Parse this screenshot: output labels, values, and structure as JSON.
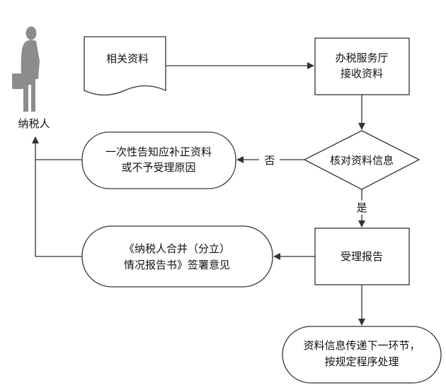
{
  "diagram": {
    "actor": {
      "label": "纳税人",
      "icon": "businessman-silhouette-icon"
    },
    "nodes": {
      "related_documents": {
        "label": "相关资料",
        "shape": "document"
      },
      "tax_hall_receive": {
        "line1": "办税服务厅",
        "line2": "接收资料",
        "shape": "rectangle"
      },
      "verify_documents": {
        "label": "核对资料信息",
        "shape": "diamond"
      },
      "one_time_notice": {
        "line1": "一次性告知应补正资料",
        "line2": "或不予受理原因",
        "shape": "rounded"
      },
      "accept_report": {
        "label": "受理报告",
        "shape": "rectangle"
      },
      "merger_report_sign": {
        "line1": "《纳税人合并（分立）",
        "line2": "情况报告书》签署意见",
        "shape": "rounded"
      },
      "pass_to_next": {
        "line1": "资料信息传递下一环节，",
        "line2": "按规定程序处理",
        "shape": "rounded"
      }
    },
    "edges": {
      "no_label": "否",
      "yes_label": "是"
    }
  },
  "colors": {
    "line": "#333333",
    "silhouette": "#8c8c8c",
    "background": "#ffffff"
  }
}
